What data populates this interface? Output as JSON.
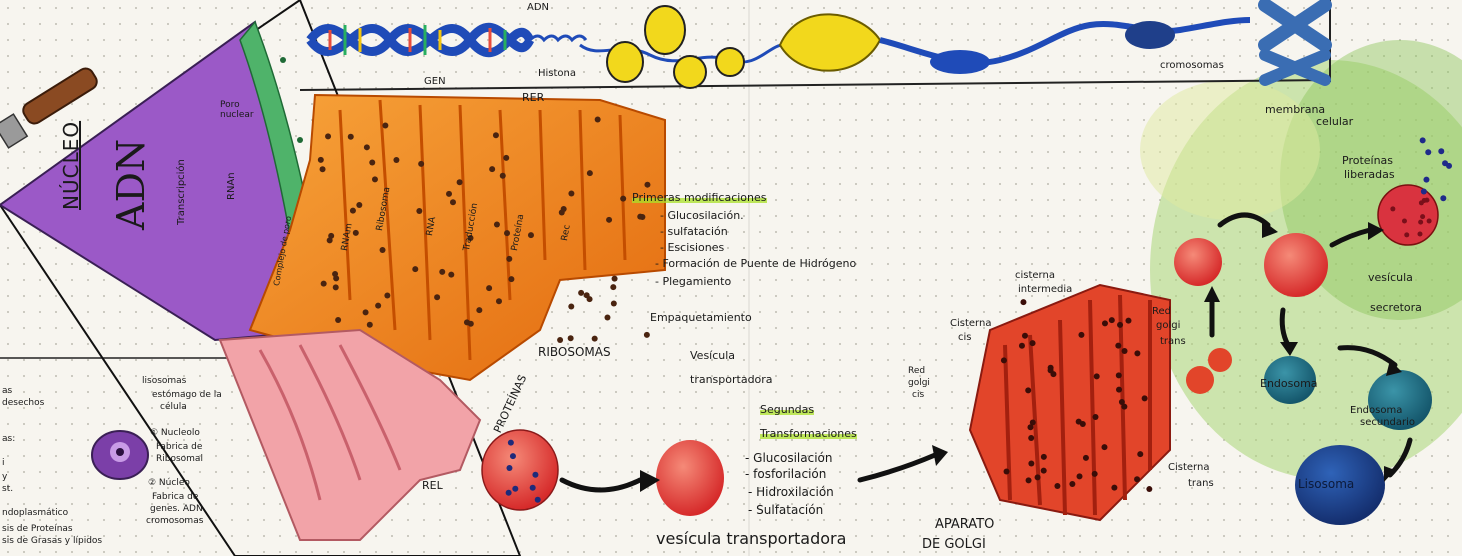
{
  "chromatin_strip": {
    "dna_label": "ADN",
    "gene_label": "GEN",
    "histone_label": "Histona",
    "chromosome_label": "cromosomas"
  },
  "nucleus": {
    "title": "NÚCLEO",
    "center_label": "ADN",
    "transcription": "Transcripción",
    "rna_label": "RNAn",
    "nuclear_pore": "Poro nuclear",
    "pore_complex": "Complejo de poro"
  },
  "rer": {
    "label": "RER",
    "stages": [
      "RNAm",
      "Ribosoma",
      "RNA",
      "Traducción",
      "Proteína",
      "Rec"
    ]
  },
  "modifications": {
    "title": "Primeras modificaciones",
    "items": [
      "- Glucosilación.",
      "- sulfatación",
      "- Escisiones",
      "- Formación de Puente de Hidrógeno",
      "- Plegamiento"
    ],
    "packaging": "Empaquetamiento",
    "vesicle_line1": "Vesícula",
    "vesicle_line2": "transportadora",
    "second_title_line1": "Segundas",
    "second_title_line2": "Transformaciones",
    "second_items": [
      "- Glucosilación",
      "- fosforilación",
      "- Hidroxilación",
      "- Sulfatación"
    ]
  },
  "labels": {
    "ribosomas": "RIBOSOMAS",
    "proteinas": "PROTEÍNAS",
    "rel": "REL",
    "transport_vesicle": "vesícula transportadora",
    "golgi_line1": "APARATO",
    "golgi_line2": "DE GOLGI",
    "cis_cistern_line1": "Cisterna",
    "cis_cistern_line2": "cis",
    "cis_net_line1": "Red",
    "cis_net_line2": "golgi",
    "cis_net_line3": "cis",
    "mid_cistern_line1": "cisterna",
    "mid_cistern_line2": "intermedia",
    "trans_net_line1": "Red",
    "trans_net_line2": "golgi",
    "trans_net_line3": "trans",
    "trans_cistern_line1": "Cisterna",
    "trans_cistern_line2": "trans",
    "membrane_line1": "membrana",
    "membrane_line2": "celular",
    "released_line1": "Proteínas",
    "released_line2": "liberadas",
    "secretory_line1": "vesícula",
    "secretory_line2": "secretora",
    "endosome": "Endosoma",
    "endosome2_line1": "Endosoma",
    "endosome2_line2": "secundario",
    "lysosome": "Lisosoma"
  },
  "legend": {
    "left_lines": [
      "as",
      "desechos",
      "as:",
      "i",
      "y",
      "st.",
      "ndoplasmático",
      "sis de Proteínas",
      "sis de Grasas y lípidos"
    ],
    "lysosome_title": "lisosomas",
    "lysosome_desc1": "estómago de la",
    "lysosome_desc2": "célula",
    "nucleolus_title": "① Nucleolo",
    "nucleolus_desc1": "Fabrica de",
    "nucleolus_desc2": "Ribosomal",
    "nucleus_title": "② Núcleo",
    "nucleus_desc1": "Fabrica de",
    "nucleus_desc2": "genes. ADN",
    "nucleus_desc3": "cromosomas"
  },
  "colors": {
    "nucleus_purple": "#9b59c7",
    "membrane_green": "#4fb36a",
    "rer_orange": "#f08a1c",
    "rel_pink": "#f2a3a8",
    "golgi_red": "#e2452a",
    "vesicle_red": "#e84a4a",
    "endosome_teal": "#1f6f86",
    "lysosome_blue": "#1a3f8a",
    "highlight_green": "#b9e43a",
    "dna_blue": "#1f4bb8",
    "chromosome_blue": "#3a6db3",
    "yellow": "#f2d81c",
    "membrane_wash": "#9ccf6a"
  }
}
